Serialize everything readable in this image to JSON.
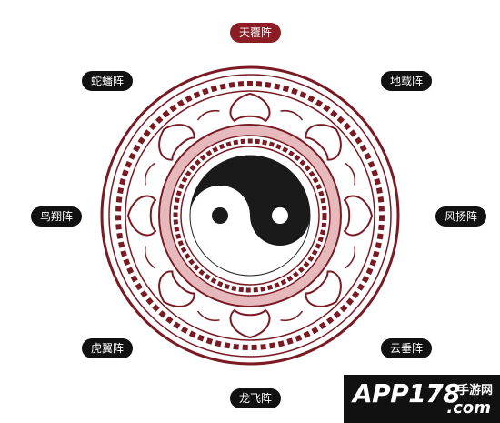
{
  "formations": [
    {
      "id": "tianfu",
      "label": "天覆阵",
      "active": true
    },
    {
      "id": "dizai",
      "label": "地载阵",
      "active": false
    },
    {
      "id": "fengyang",
      "label": "风扬阵",
      "active": false
    },
    {
      "id": "yunchui",
      "label": "云垂阵",
      "active": false
    },
    {
      "id": "longfei",
      "label": "龙飞阵",
      "active": false
    },
    {
      "id": "huyi",
      "label": "虎翼阵",
      "active": false
    },
    {
      "id": "niaoxiang",
      "label": "鸟翔阵",
      "active": false
    },
    {
      "id": "shepan",
      "label": "蛇蟠阵",
      "active": false
    }
  ],
  "emblem": {
    "icon": "yin-yang-icon",
    "ring_color": "#7a1a22",
    "fill_color": "#e6b9bc"
  },
  "watermark": {
    "brand": "APP178",
    "site_cn": "手游网",
    "domain": ".com"
  },
  "colors": {
    "active": "#8b1e25",
    "inactive": "#111111"
  }
}
